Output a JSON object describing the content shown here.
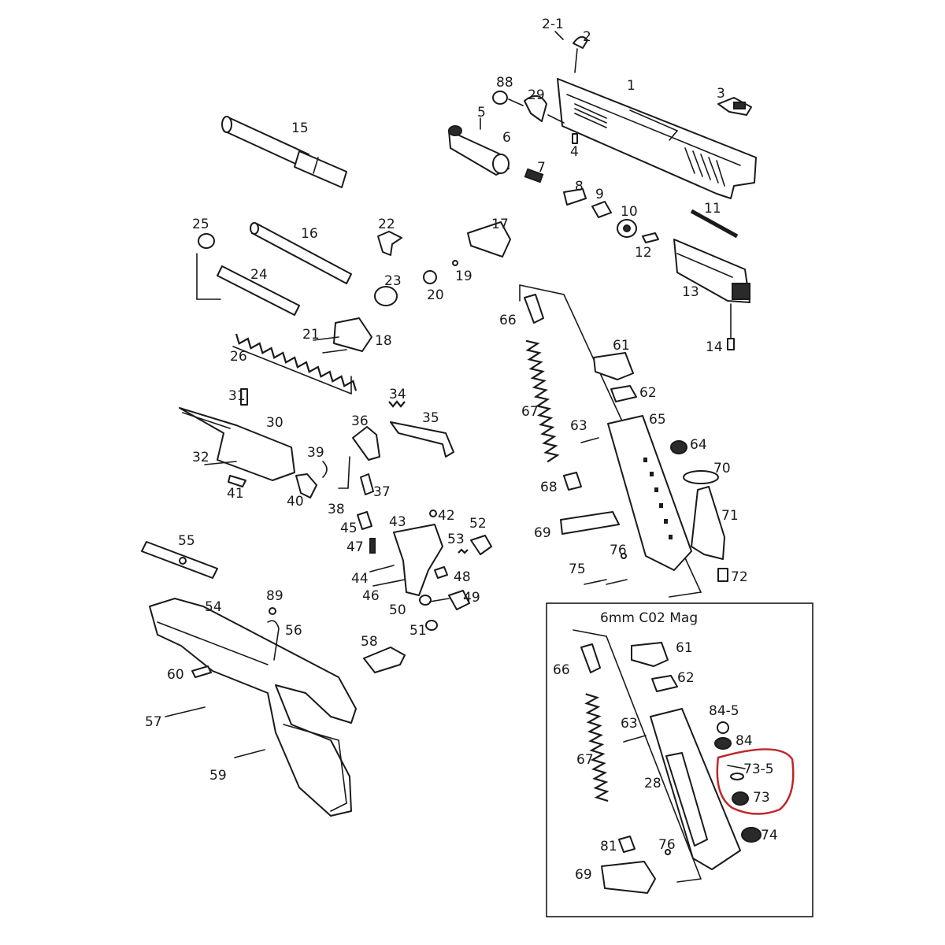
{
  "inset": {
    "title": "6mm C02 Mag"
  },
  "colors": {
    "ink": "#1a1a1a",
    "highlight": "#c0262b",
    "background": "#ffffff"
  },
  "labels": {
    "p2_1": "2-1",
    "p2": "2",
    "p1": "1",
    "p3": "3",
    "p88": "88",
    "p29": "29",
    "p5": "5",
    "p6": "6",
    "p4": "4",
    "p7": "7",
    "p8": "8",
    "p9": "9",
    "p10": "10",
    "p11": "11",
    "p12": "12",
    "p13": "13",
    "p14": "14",
    "p15": "15",
    "p25": "25",
    "p16": "16",
    "p22": "22",
    "p17": "17",
    "p24": "24",
    "p23": "23",
    "p20": "20",
    "p19": "19",
    "p21": "21",
    "p18": "18",
    "p26": "26",
    "p66": "66",
    "p61": "61",
    "p62": "62",
    "p67": "67",
    "p63": "63",
    "p65": "65",
    "p64": "64",
    "p70": "70",
    "p68": "68",
    "p71": "71",
    "p69": "69",
    "p76": "76",
    "p75": "75",
    "p72": "72",
    "p31": "31",
    "p34": "34",
    "p30": "30",
    "p36": "36",
    "p35": "35",
    "p32": "32",
    "p39": "39",
    "p41": "41",
    "p40": "40",
    "p37": "37",
    "p38": "38",
    "p45": "45",
    "p42": "42",
    "p43": "43",
    "p52": "52",
    "p47": "47",
    "p53": "53",
    "p55": "55",
    "p44": "44",
    "p48": "48",
    "p46": "46",
    "p49": "49",
    "p50": "50",
    "p51": "51",
    "p54": "54",
    "p89": "89",
    "p56": "56",
    "p58": "58",
    "p60": "60",
    "p57": "57",
    "p59": "59",
    "i61": "61",
    "i66": "66",
    "i62": "62",
    "i84_5": "84-5",
    "i63": "63",
    "i84": "84",
    "i67": "67",
    "i73_5": "73-5",
    "i28": "28",
    "i73": "73",
    "i74": "74",
    "i81": "81",
    "i76": "76",
    "i69": "69"
  }
}
